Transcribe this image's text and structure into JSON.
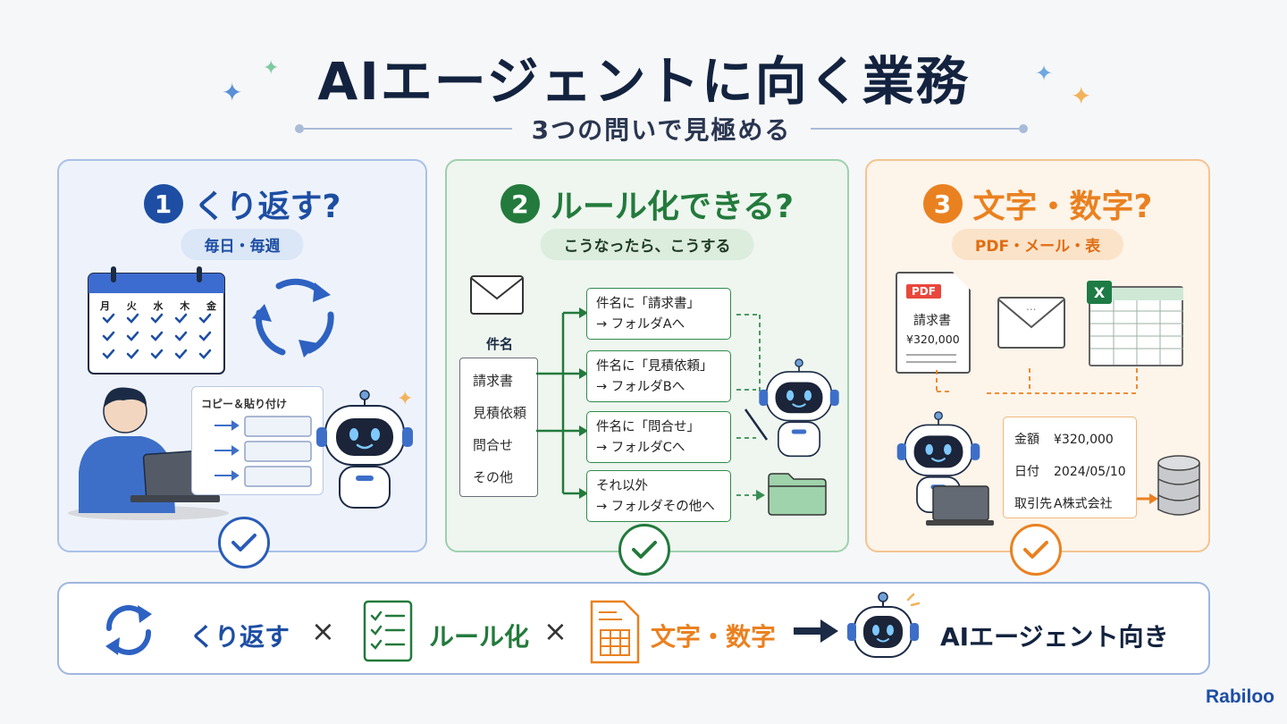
{
  "header": {
    "title": "AIエージェントに向く業務",
    "subtitle": "3つの問いで見極める"
  },
  "cards": [
    {
      "number": "1",
      "title": "くり返す?",
      "tag": "毎日・毎週",
      "weekdays": [
        "月",
        "火",
        "水",
        "木",
        "金"
      ],
      "copy_label": "コピー＆貼り付け",
      "color": "#1d4ea3"
    },
    {
      "number": "2",
      "title": "ルール化できる?",
      "tag": "こうなったら、こうする",
      "subject_label": "件名",
      "subjects": [
        "請求書",
        "見積依頼",
        "問合せ",
        "その他"
      ],
      "rules": [
        {
          "line1": "件名に「請求書」",
          "line2": "→ フォルダAへ"
        },
        {
          "line1": "件名に「見積依頼」",
          "line2": "→ フォルダBへ"
        },
        {
          "line1": "件名に「問合せ」",
          "line2": "→ フォルダCへ"
        },
        {
          "line1": "それ以外",
          "line2": "→ フォルダその他へ"
        }
      ],
      "color": "#237a3c"
    },
    {
      "number": "3",
      "title": "文字・数字?",
      "tag": "PDF・メール・表",
      "pdf_badge": "PDF",
      "pdf_title": "請求書",
      "pdf_amount": "¥320,000",
      "excel_badge": "X",
      "email_dots": "...",
      "fields": [
        {
          "label": "金額",
          "value": "¥320,000"
        },
        {
          "label": "日付",
          "value": "2024/05/10"
        },
        {
          "label": "取引先",
          "value": "A株式会社"
        }
      ],
      "color": "#ea8120"
    }
  ],
  "summary": {
    "item1": "くり返す",
    "times": "×",
    "item2": "ルール化",
    "item3": "文字・数字",
    "result": "AIエージェント向き"
  },
  "brand": "Rabiloo"
}
